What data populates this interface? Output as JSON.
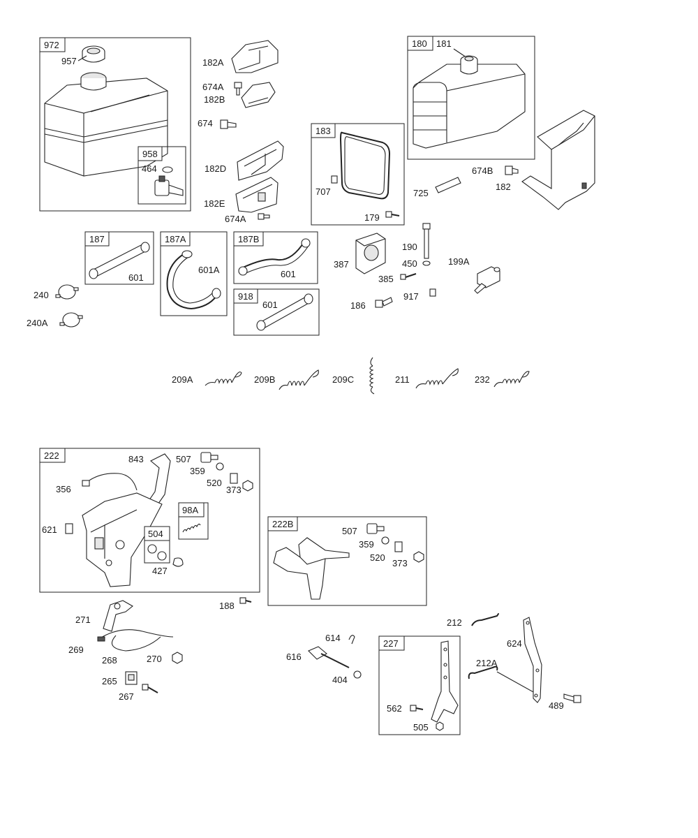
{
  "groups": {
    "g972": "972",
    "g958": "958",
    "g180": "180",
    "g183": "183",
    "g187": "187",
    "g187a": "187A",
    "g187b": "187B",
    "g918": "918",
    "g222": "222",
    "g98a": "98A",
    "g504": "504",
    "g222b": "222B",
    "g227": "227"
  },
  "parts": {
    "p957": "957",
    "p464": "464",
    "p182a": "182A",
    "p674a_1": "674A",
    "p182b": "182B",
    "p674": "674",
    "p182d": "182D",
    "p182e": "182E",
    "p674a_2": "674A",
    "p181": "181",
    "p707": "707",
    "p179": "179",
    "p674b": "674B",
    "p182": "182",
    "p725": "725",
    "p601_1": "601",
    "p601a": "601A",
    "p601_2": "601",
    "p601_3": "601",
    "p240": "240",
    "p240a": "240A",
    "p387": "387",
    "p190": "190",
    "p450": "450",
    "p385": "385",
    "p199a": "199A",
    "p186": "186",
    "p917": "917",
    "p209a": "209A",
    "p209b": "209B",
    "p209c": "209C",
    "p211": "211",
    "p232": "232",
    "p843": "843",
    "p507_1": "507",
    "p359_1": "359",
    "p520_1": "520",
    "p373_1": "373",
    "p356": "356",
    "p621": "621",
    "p427": "427",
    "p507_2": "507",
    "p359_2": "359",
    "p520_2": "520",
    "p373_2": "373",
    "p188": "188",
    "p271": "271",
    "p269": "269",
    "p268": "268",
    "p270": "270",
    "p265": "265",
    "p267": "267",
    "p614": "614",
    "p616": "616",
    "p404": "404",
    "p562": "562",
    "p505": "505",
    "p212": "212",
    "p212a": "212A",
    "p624": "624",
    "p489": "489"
  }
}
